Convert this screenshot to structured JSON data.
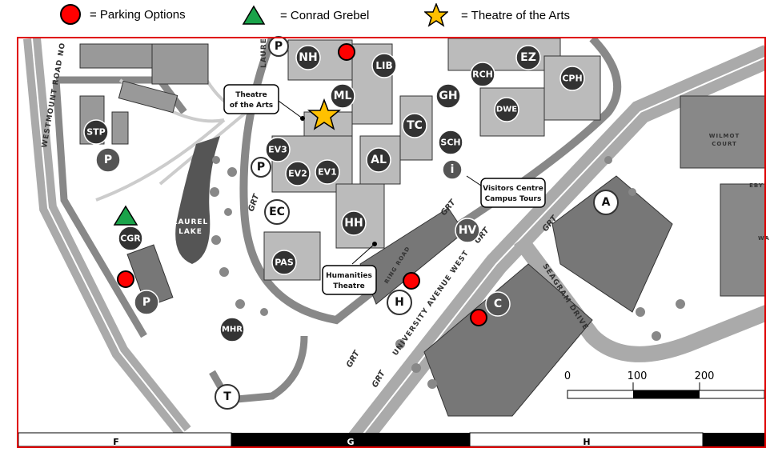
{
  "legend": [
    {
      "symbol": "red-circle",
      "label": "= Parking Options",
      "color": "#ff0000"
    },
    {
      "symbol": "green-triangle",
      "label": "= Conrad Grebel",
      "color": "#1aa34a"
    },
    {
      "symbol": "gold-star",
      "label": "= Theatre of the Arts",
      "color": "#ffc000"
    }
  ],
  "buildings_dark": [
    "NH",
    "LIB",
    "RCH",
    "EZ",
    "CPH",
    "ML",
    "GH",
    "DWE",
    "TC",
    "SCH",
    "STP",
    "P",
    "EV3",
    "EV2",
    "EV1",
    "AL",
    "CGR",
    "P",
    "HH",
    "PAS",
    "MHR",
    "C",
    "HV"
  ],
  "buildings_white": [
    "P",
    "P",
    "EC",
    "A",
    "H",
    "T"
  ],
  "info_icon": "i",
  "callouts": {
    "theatre_arts": [
      "Theatre",
      "of the Arts"
    ],
    "visitors": [
      "Visitors Centre",
      "Campus Tours"
    ],
    "humanities": [
      "Humanities",
      "Theatre"
    ]
  },
  "place_labels": {
    "westmount": "WESTMOUNT ROAD NO",
    "laurel_road": "LAURE",
    "laurel_lake": [
      "LAUREL",
      "LAKE"
    ],
    "university": "UNIVERSITY AVENUE WEST",
    "seagram": "SEAGRAM DRIVE",
    "ring_road": "RING ROAD",
    "wilmot": [
      "WILMOT",
      "COURT"
    ],
    "eby": "EBY",
    "wa": "WA",
    "grt": "GRT"
  },
  "scale": {
    "ticks": [
      "0",
      "100",
      "200"
    ]
  },
  "grid_columns": [
    "F",
    "G",
    "H"
  ],
  "colors": {
    "frame": "#e00000",
    "parking": "#ff0000",
    "grebel": "#1aa34a",
    "star": "#ffc000"
  }
}
